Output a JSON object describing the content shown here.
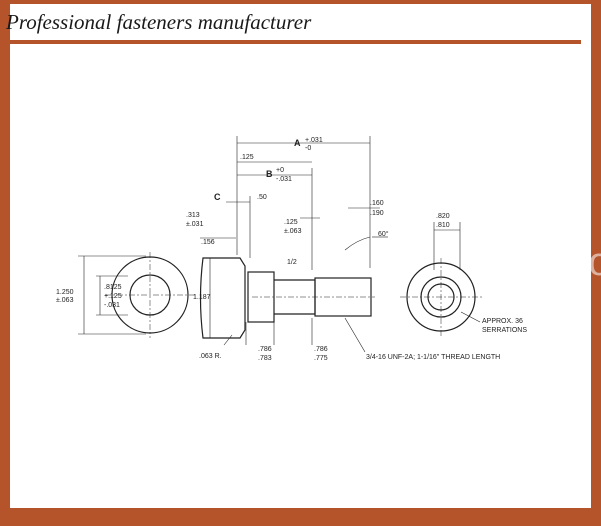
{
  "header": {
    "title": "Professional fasteners manufacturer"
  },
  "watermark": {
    "text": "www.professional-fasteners.com"
  },
  "drawing": {
    "dims": {
      "a_label": "A",
      "a_tol_plus": "+.031",
      "a_tol_minus": "-0",
      "d125": ".125",
      "b_label": "B",
      "b_tol_plus": "+0",
      "b_tol_minus": "-.031",
      "c_label": "C",
      "d313": ".313",
      "d313_tol": "±.031",
      "d50": ".50",
      "d156": ".156",
      "d125b": ".125",
      "d125b_tol": "±.063",
      "d160": ".160",
      "d190": ".190",
      "angle": "60°",
      "d820": ".820",
      "d810": ".810",
      "d1250": "1.250",
      "d1250_tol": "±.063",
      "d8125": ".8125",
      "d8125_tol_plus": "+.125",
      "d8125_tol_minus": "-.031",
      "d1187": "1.187",
      "d_half": "1/2",
      "radius": ".063 R.",
      "d786": ".786",
      "d783": ".783",
      "d786b": ".786",
      "d775": ".775",
      "thread": "3/4-16 UNF-2A; 1-1/16\" THREAD LENGTH",
      "serrations_1": "APPROX. 36",
      "serrations_2": "SERRATIONS"
    }
  },
  "colors": {
    "frame": "#b5532a",
    "ink": "#222222"
  }
}
